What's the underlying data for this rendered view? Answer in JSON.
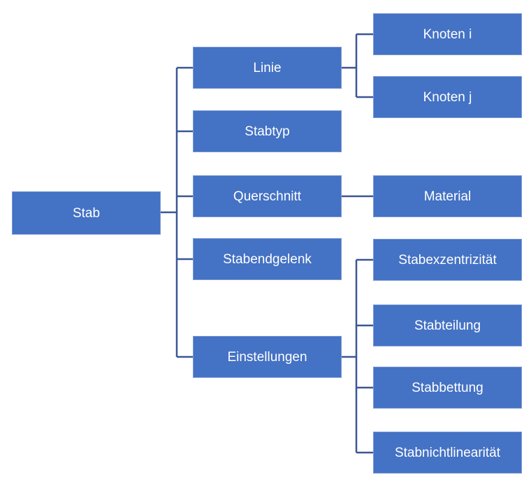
{
  "diagram": {
    "type": "hierarchy",
    "root": {
      "label": "Stab"
    },
    "level1": [
      {
        "label": "Linie"
      },
      {
        "label": "Stabtyp"
      },
      {
        "label": "Querschnitt"
      },
      {
        "label": "Stabendgelenk"
      },
      {
        "label": "Einstellungen"
      }
    ],
    "level2": {
      "linie_children": [
        {
          "label": "Knoten i"
        },
        {
          "label": "Knoten j"
        }
      ],
      "querschnitt_children": [
        {
          "label": "Material"
        }
      ],
      "einstellungen_children": [
        {
          "label": "Stabexzentrizität"
        },
        {
          "label": "Stabteilung"
        },
        {
          "label": "Stabbettung"
        },
        {
          "label": "Stabnichtlinearität"
        }
      ]
    },
    "colors": {
      "box_fill": "#4472C4",
      "box_border": "#7A97D6",
      "connector": "#3A5795",
      "text": "#FFFFFF",
      "background": "#FFFFFF"
    }
  }
}
